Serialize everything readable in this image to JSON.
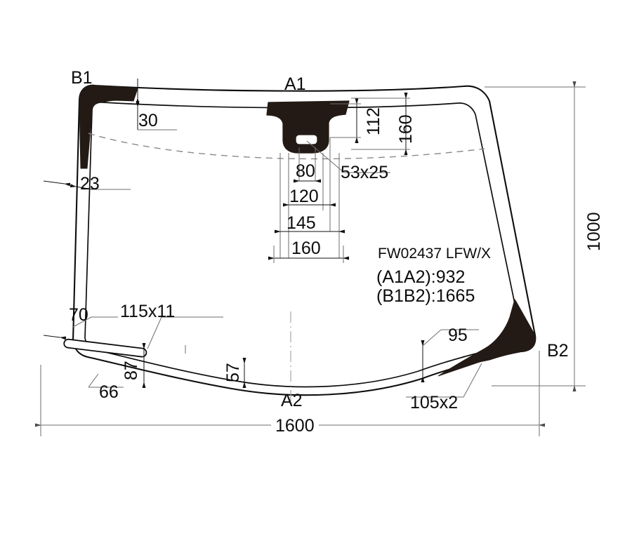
{
  "drawing": {
    "type": "windshield-technical-drawing",
    "part_code": "FW02437 LFW/X",
    "arc_a1a2": "(A1A2):932",
    "arc_b1b2": "(B1B2):1665",
    "corner_labels": {
      "top_left": "B1",
      "top_center": "A1",
      "bottom_center": "A2",
      "bottom_right": "B2"
    },
    "dimensions": {
      "overall_width": "1600",
      "overall_height": "1000",
      "top_band_left": "30",
      "side_band_left": "23",
      "mirror_height_inner": "112",
      "mirror_height_outer": "160",
      "mirror_slot": "53x25",
      "mirror_w1": "80",
      "mirror_w2": "120",
      "mirror_w3": "145",
      "mirror_w4": "160",
      "bottom_left_edge": "70",
      "antenna_slot": "115x11",
      "bottom_band_87": "87",
      "bottom_band_66": "66",
      "bottom_band_57": "57",
      "bottom_band_95": "95",
      "bottom_right_slot": "105x2"
    },
    "colors": {
      "line": "#0d0d0d",
      "frit": "#231a15",
      "dim_line": "#6e6e6e",
      "dashed": "#8a8a8a"
    }
  }
}
